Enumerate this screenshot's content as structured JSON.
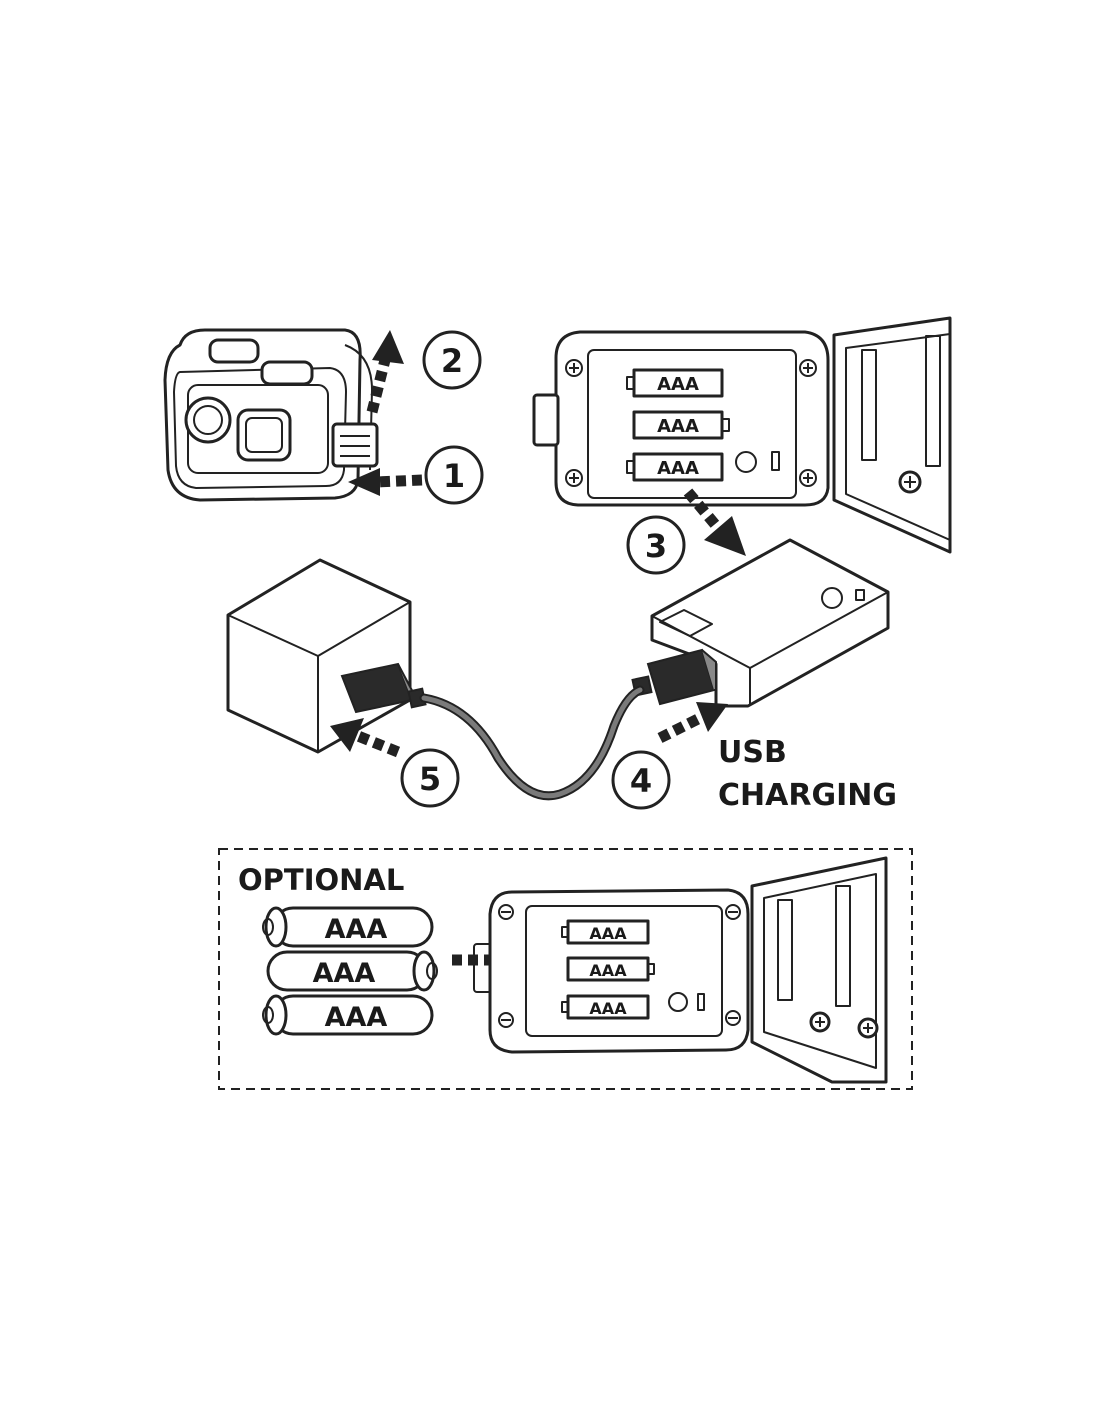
{
  "steps": {
    "step1": "1",
    "step2": "2",
    "step3": "3",
    "step4": "4",
    "step5": "5"
  },
  "usb_label": {
    "line1": "USB",
    "line2": "CHARGING"
  },
  "optional_label": "OPTIONAL",
  "battery_label": "AAA",
  "colors": {
    "ink": "#222222",
    "background": "#ffffff",
    "cable": "#6b6b6b"
  }
}
